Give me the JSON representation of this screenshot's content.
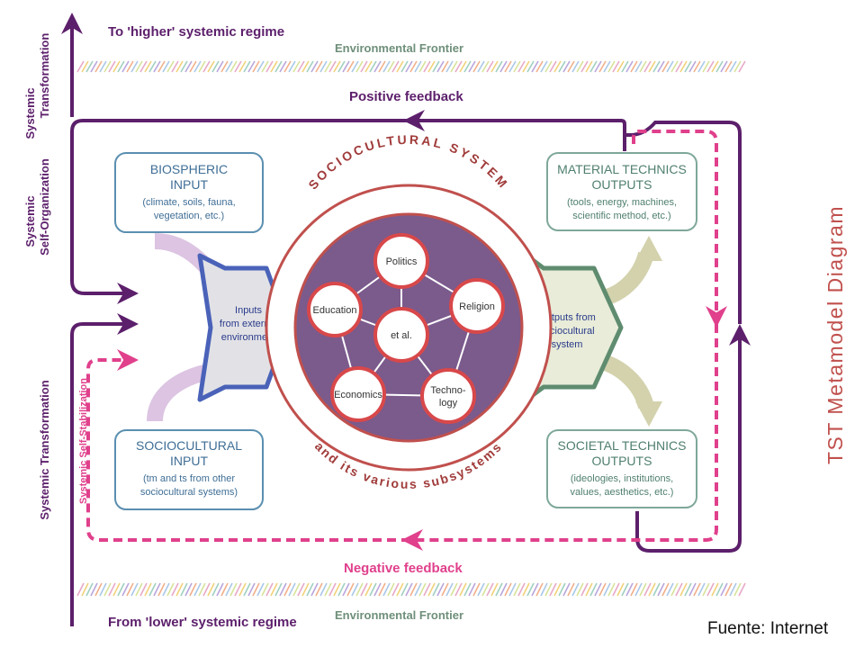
{
  "colors": {
    "purple": "#5c1f6b",
    "magenta": "#e0408c",
    "circle_fill": "#7b5a8c",
    "circle_ring": "#c0504d",
    "node_border": "#d8484a",
    "input_box": "#5a8fb0",
    "output_box": "#7fa89a",
    "input_funnel": "#4a62b8",
    "output_funnel": "#5f8c6f",
    "title_red": "#c0504d"
  },
  "top_label": "To 'higher' systemic regime",
  "bottom_label": "From 'lower' systemic regime",
  "frontier_top": "Environmental Frontier",
  "frontier_bottom": "Environmental Frontier",
  "positive_feedback": "Positive feedback",
  "negative_feedback": "Negative feedback",
  "side_left_top": [
    "Systemic",
    "Transformation"
  ],
  "side_left_mid": [
    "Systemic",
    "Self-Organization"
  ],
  "side_left_bottom": "Systemic Transformation",
  "side_stabilization": "Systemic Self-Stabilization",
  "diagram_title": "TST Metamodel Diagram",
  "biospheric_input": {
    "title": [
      "BIOSPHERIC",
      "INPUT"
    ],
    "body": [
      "(climate, soils, fauna,",
      "vegetation, etc.)"
    ]
  },
  "sociocultural_input": {
    "title": [
      "SOCIOCULTURAL",
      "INPUT"
    ],
    "body": [
      "(tm and ts from other",
      "sociocultural systems)"
    ]
  },
  "material_outputs": {
    "title": [
      "MATERIAL TECHNICS",
      "OUTPUTS"
    ],
    "body": [
      "(tools, energy, machines,",
      "scientific method, etc.)"
    ]
  },
  "societal_outputs": {
    "title": [
      "SOCIETAL TECHNICS",
      "OUTPUTS"
    ],
    "body": [
      "(ideologies, institutions,",
      "values, aesthetics, etc.)"
    ]
  },
  "inputs_funnel": [
    "Inputs",
    "from external",
    "environment"
  ],
  "outputs_funnel": [
    "Outputs from",
    "sociocultural",
    "system"
  ],
  "ring_top": "SOCIOCULTURAL SYSTEM",
  "ring_bottom": "and its various subsystems",
  "nodes": {
    "politics": "Politics",
    "education": "Education",
    "religion": "Religion",
    "etal": "et al.",
    "economics": "Economics",
    "technology": [
      "Techno-",
      "logy"
    ]
  },
  "footer": "Fuente: Internet"
}
